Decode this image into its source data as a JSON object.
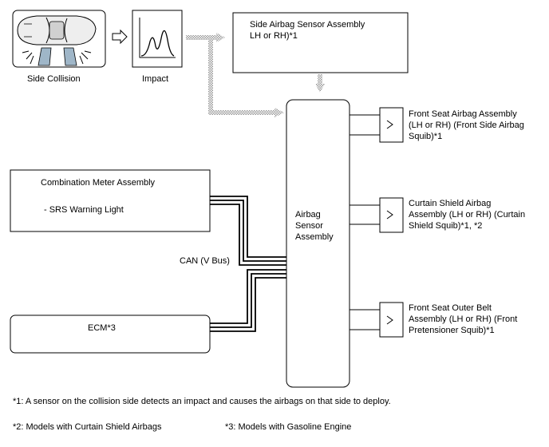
{
  "inputs": {
    "side_collision_label": "Side Collision",
    "impact_label": "Impact"
  },
  "side_sensor": {
    "line1": "Side Airbag Sensor Assembly",
    "line2": "LH or RH)*1"
  },
  "airbag_sensor": {
    "line1": "Airbag",
    "line2": "Sensor",
    "line3": "Assembly"
  },
  "combination_meter": {
    "title": "Combination Meter Assembly",
    "item": "- SRS Warning Light"
  },
  "ecm": {
    "label": "ECM*3"
  },
  "bus": {
    "label": "CAN (V Bus)"
  },
  "outputs": [
    {
      "line1": "Front Seat Airbag Assembly",
      "line2": "(LH or RH) (Front Side Airbag",
      "line3": "Squib)*1"
    },
    {
      "line1": "Curtain Shield Airbag",
      "line2": "Assembly (LH or RH) (Curtain",
      "line3": "Shield Squib)*1, *2"
    },
    {
      "line1": "Front Seat Outer Belt",
      "line2": "Assembly (LH or RH) (Front",
      "line3": "Pretensioner Squib)*1"
    }
  ],
  "footnotes": {
    "note1": "*1: A sensor on the collision side detects an impact and causes the airbags on that side to deploy.",
    "note2": "*2: Models with Curtain Shield Airbags",
    "note3": "*3: Models with Gasoline Engine"
  }
}
